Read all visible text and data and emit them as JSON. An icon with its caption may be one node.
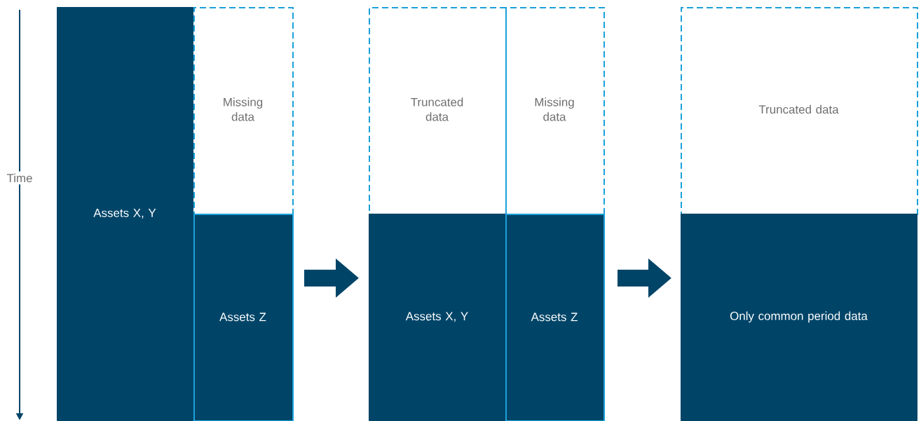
{
  "diagram": {
    "nodes": [
      {
        "text": [
          "Assets X, Y"
        ]
      },
      {
        "text": [
          "Missing data"
        ]
      },
      {
        "text": [
          "Assets Z"
        ]
      },
      {
        "text": [
          "Truncated data"
        ]
      },
      {
        "text": [
          "Missing data"
        ]
      },
      {
        "text": [
          "Assets X, Y"
        ]
      },
      {
        "text": [
          "Assets Z"
        ]
      },
      {
        "text": [
          "Truncated data"
        ]
      },
      {
        "text": [
          "Only common period data"
        ]
      }
    ],
    "edges": [
      {
        "from": 2,
        "to": 5,
        "arrow": "to"
      },
      {
        "from": 6,
        "to": 8,
        "arrow": "to"
      }
    ],
    "labels": [
      "Time"
    ]
  }
}
